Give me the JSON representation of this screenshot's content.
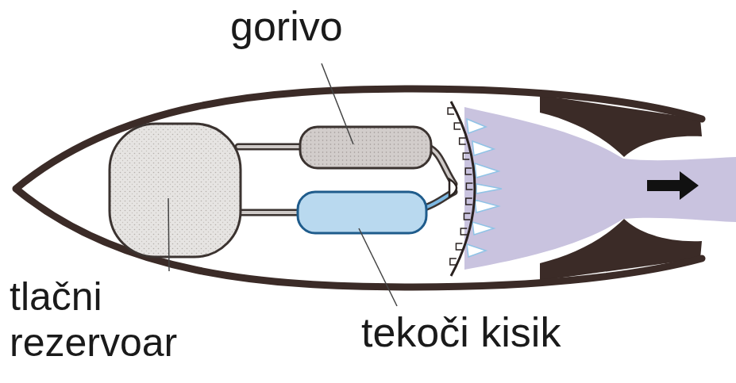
{
  "diagram": {
    "labels": [
      "gorivo",
      "tlačni rezervoar",
      "tekoči kisik"
    ]
  }
}
